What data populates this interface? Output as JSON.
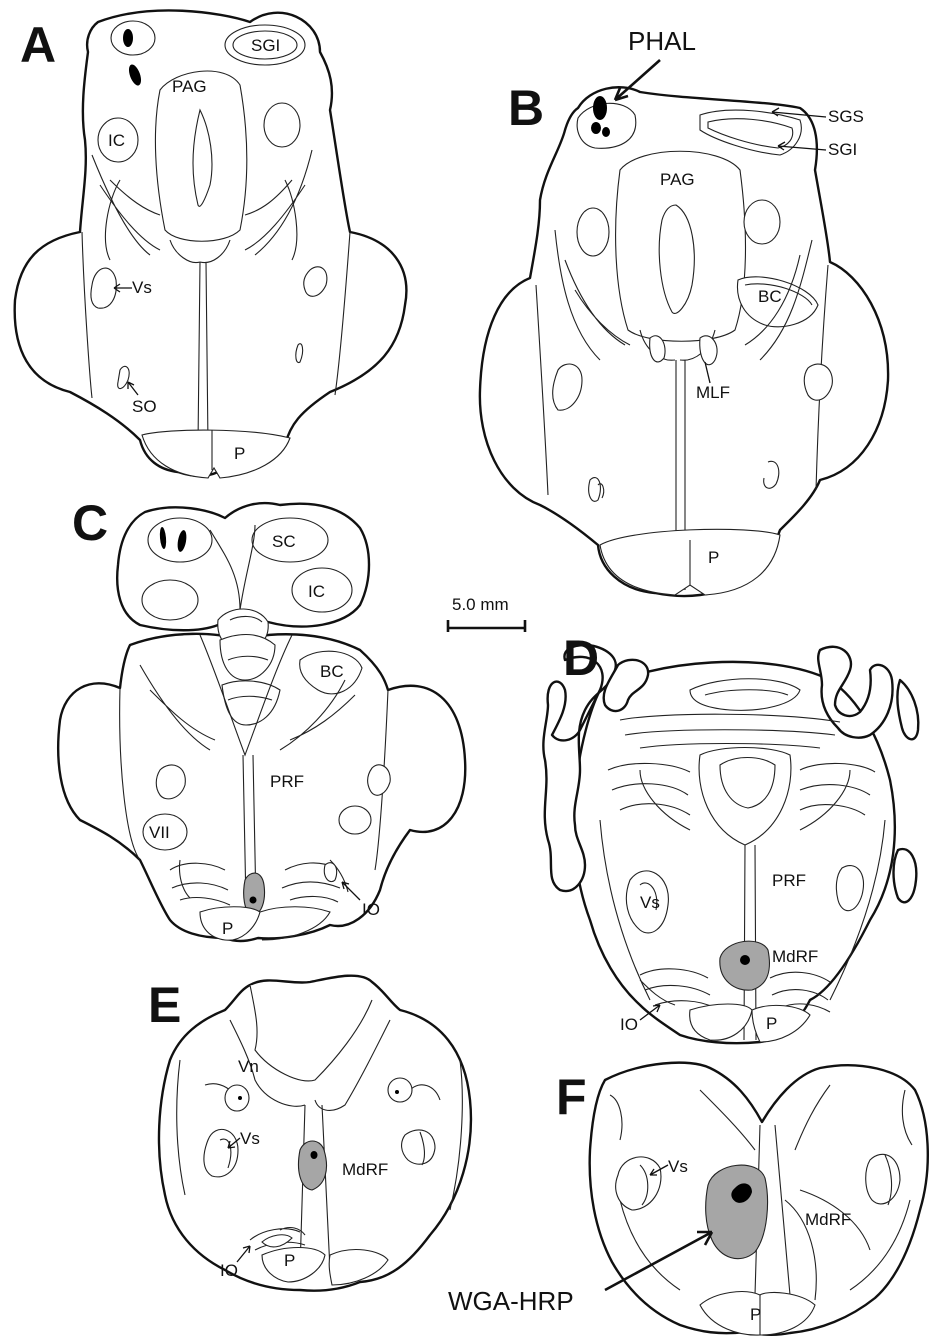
{
  "panels": [
    {
      "letter": "A",
      "labels": {
        "sgi": "SGI",
        "pag": "PAG",
        "ic": "IC",
        "vs": "Vs",
        "so": "SO",
        "p": "P"
      }
    },
    {
      "letter": "B",
      "labels": {
        "phal": "PHAL",
        "sgs": "SGS",
        "sgi": "SGI",
        "pag": "PAG",
        "bc": "BC",
        "mlf": "MLF",
        "p": "P"
      }
    },
    {
      "letter": "C",
      "labels": {
        "sc": "SC",
        "ic": "IC",
        "bc": "BC",
        "prf": "PRF",
        "vii": "VII",
        "io": "IO",
        "p": "P"
      }
    },
    {
      "letter": "D",
      "labels": {
        "prf": "PRF",
        "vs": "Vs",
        "mdrf": "MdRF",
        "io": "IO",
        "p": "P"
      }
    },
    {
      "letter": "E",
      "labels": {
        "vn": "Vn",
        "vs": "Vs",
        "mdrf": "MdRF",
        "io": "IO",
        "p": "P"
      }
    },
    {
      "letter": "F",
      "labels": {
        "vs": "Vs",
        "mdrf": "MdRF",
        "p": "P",
        "wga": "WGA-HRP"
      }
    }
  ],
  "scale_bar": {
    "label": "5.0 mm"
  },
  "colors": {
    "line": "#111111",
    "lesion": "#a6a6a6",
    "deposit": "#000000",
    "background": "#ffffff"
  }
}
